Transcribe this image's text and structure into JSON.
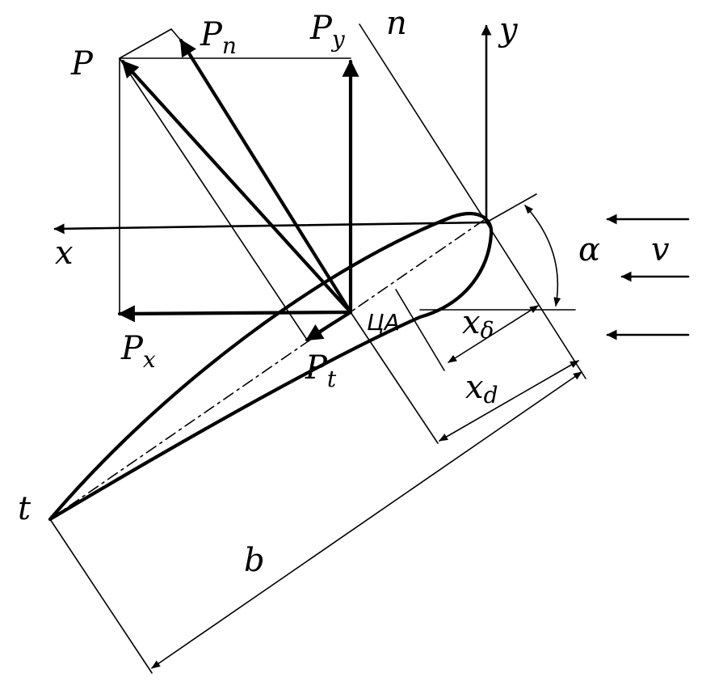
{
  "labels": {
    "p": "P",
    "pn_main": "P",
    "pn_sub": "n",
    "py_main": "P",
    "py_sub": "y",
    "n": "n",
    "y": "y",
    "x": "x",
    "alpha": "α",
    "v": "v",
    "px_main": "P",
    "px_sub": "x",
    "pt_main": "P",
    "pt_sub": "t",
    "ca": "ЦА",
    "xd_small_main": "x",
    "xd_small_sub": "δ",
    "xd_main": "x",
    "xd_sub": "d",
    "t": "t",
    "b": "b"
  },
  "colors": {
    "ink": "#000000",
    "paper": "#ffffff"
  }
}
